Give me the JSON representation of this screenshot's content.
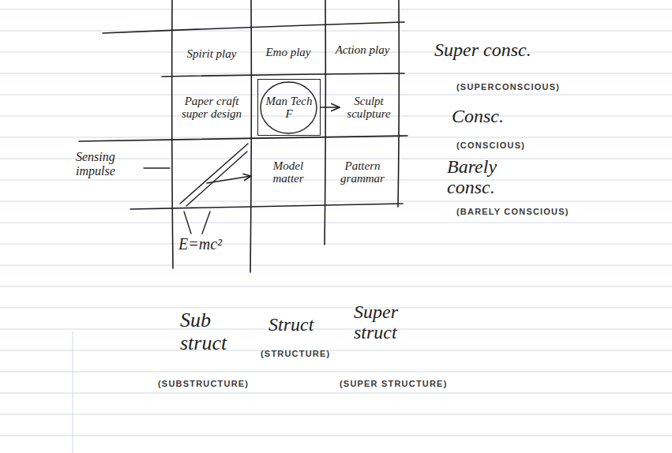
{
  "diagram": {
    "nodes": [
      {
        "text": [
          "Spirit play"
        ]
      },
      {
        "text": [
          "Emo play"
        ]
      },
      {
        "text": [
          "Action play"
        ]
      },
      {
        "text": [
          "Paper craft super design"
        ]
      },
      {
        "text": [
          "Man Tech",
          "F"
        ]
      },
      {
        "text": [
          "Sculpt sculpture"
        ]
      },
      {
        "text": [
          "Model matter"
        ]
      },
      {
        "text": [
          "Pattern grammar"
        ]
      }
    ],
    "edges": [
      {
        "from": 4,
        "to": 5,
        "arrow": "to"
      }
    ],
    "labels": [
      "Super consc.",
      "(SUPERCONSCIOUS)",
      "Consc.",
      "(CONSCIOUS)",
      "Sensing impulse",
      "Barely consc.",
      "(BARELY CONSCIOUS)",
      "E=mc²",
      "Sub struct",
      "(SUBSTRUCTURE)",
      "Struct",
      "(STRUCTURE)",
      "Super struct",
      "(SUPER STRUCTURE)"
    ]
  }
}
